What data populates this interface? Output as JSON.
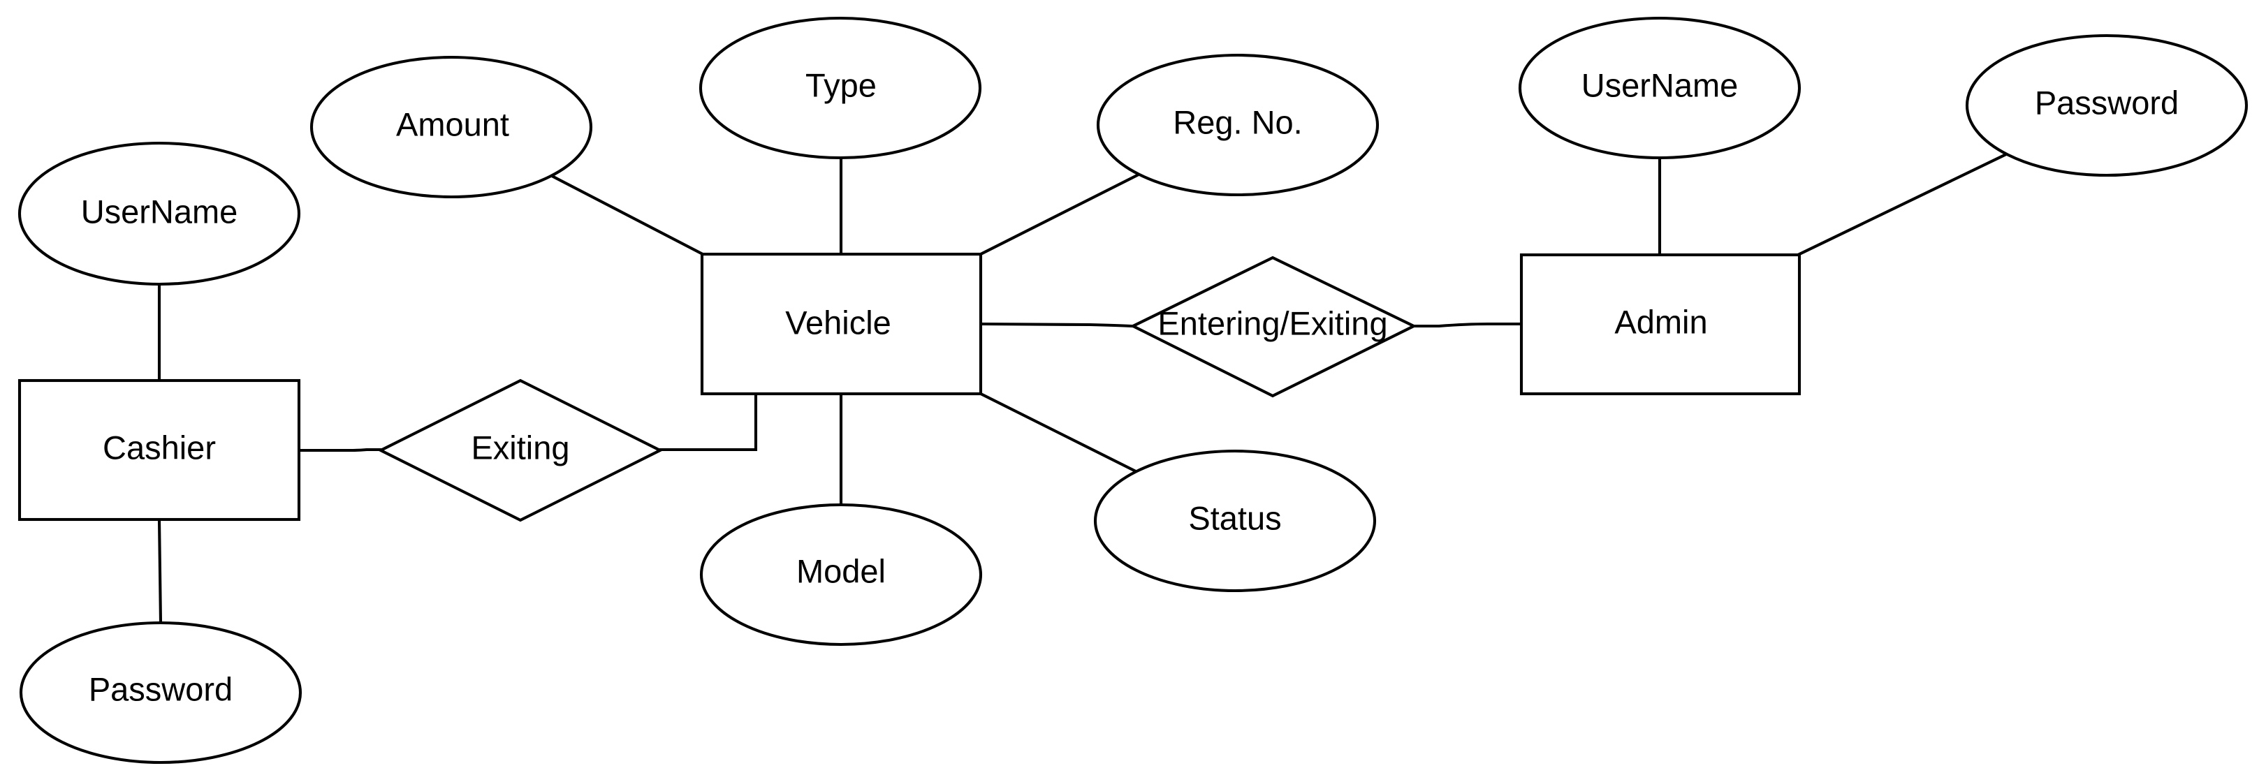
{
  "entities": {
    "cashier": "Cashier",
    "vehicle": "Vehicle",
    "admin": "Admin"
  },
  "relationships": {
    "exiting": "Exiting",
    "entering_exiting": "Entering/Exiting"
  },
  "attributes": {
    "cashier_username": "UserName",
    "cashier_password": "Password",
    "vehicle_amount": "Amount",
    "vehicle_type": "Type",
    "vehicle_reg_no": "Reg. No.",
    "vehicle_model": "Model",
    "vehicle_status": "Status",
    "admin_username": "UserName",
    "admin_password": "Password"
  }
}
